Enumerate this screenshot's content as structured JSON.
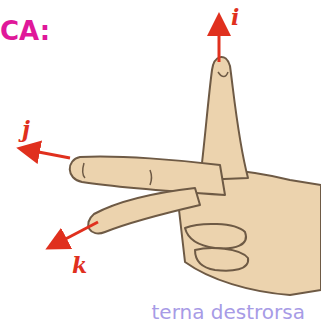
{
  "diagram": {
    "caption": "terna destrorsa",
    "labels": [
      "CA:",
      "i",
      "j",
      "k"
    ]
  }
}
